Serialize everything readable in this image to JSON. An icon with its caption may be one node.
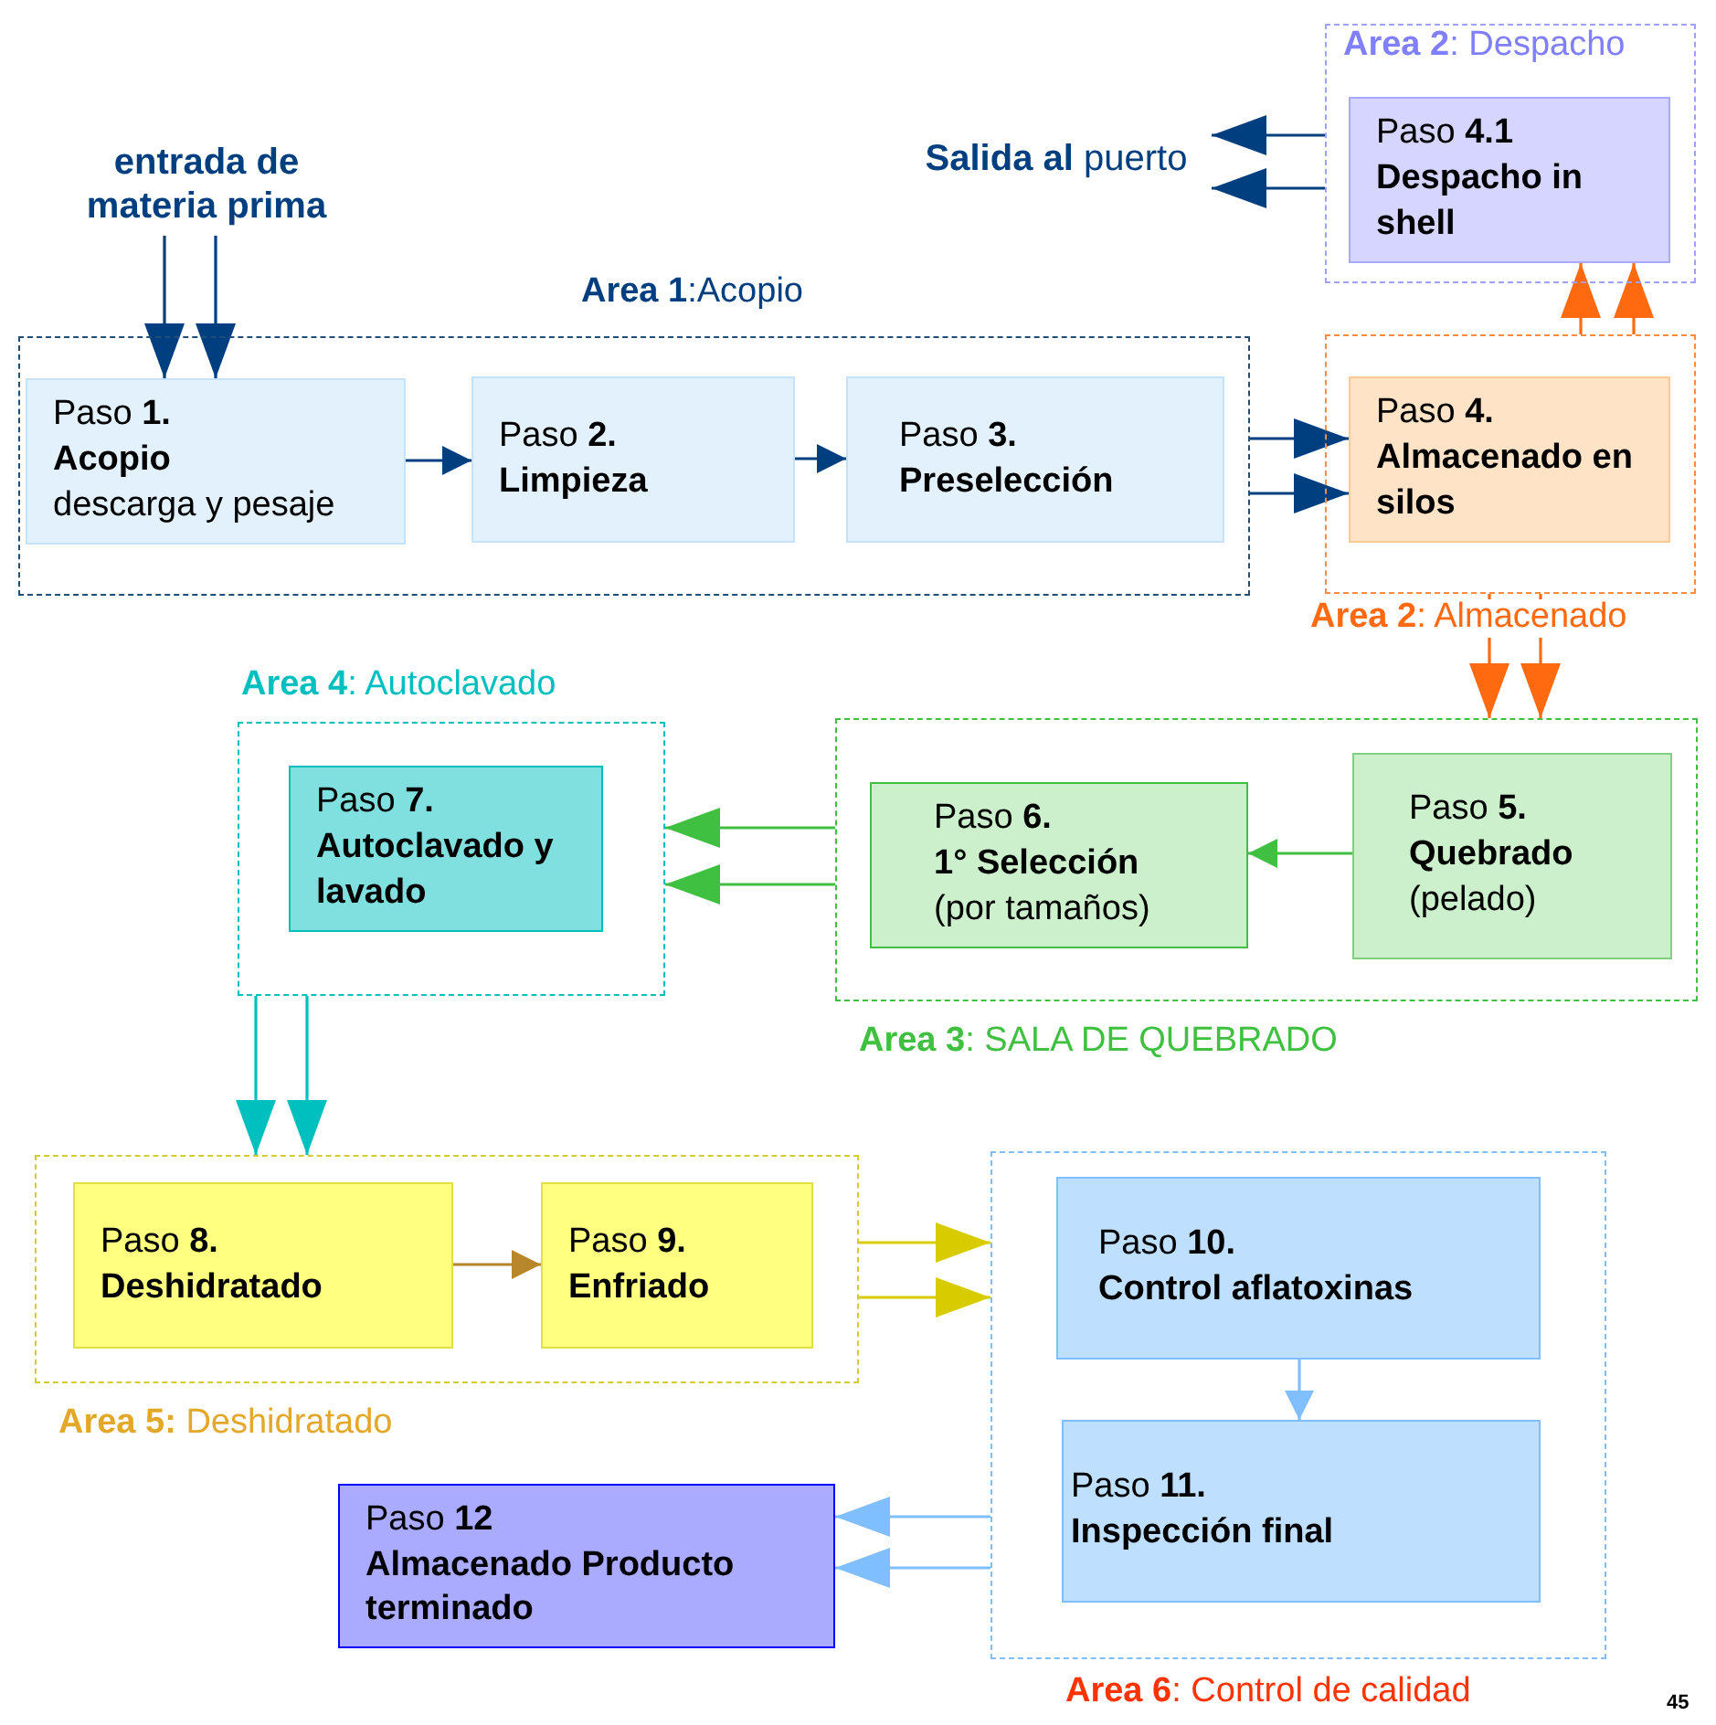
{
  "diagram": {
    "nodes": [
      {
        "text": [
          "**Area 2**: Despacho"
        ]
      },
      {
        "text": [
          "Paso **4.1**",
          "Despacho in shell"
        ],
        "in": 0
      },
      {
        "text": [
          "entrada de materia prima"
        ]
      },
      {
        "text": [
          "**Salida al** puerto"
        ]
      },
      {
        "text": [
          "**Area 1**:Acopio"
        ]
      },
      {
        "text": [
          "Paso **1.**",
          "Acopio",
          "descarga y pesaje"
        ],
        "in": 4
      },
      {
        "text": [
          "Paso **2.**",
          "Limpieza"
        ],
        "in": 4
      },
      {
        "text": [
          "Paso **3.**",
          "Preselección"
        ],
        "in": 4
      },
      {
        "text": [
          "**Area 2**: Almacenado"
        ]
      },
      {
        "text": [
          "Paso **4.**",
          "Almacenado en silos"
        ],
        "in": 8
      },
      {
        "text": [
          "**Area 4**: Autoclavado"
        ]
      },
      {
        "text": [
          "Paso **7.**",
          "Autoclavado y lavado"
        ],
        "in": 10
      },
      {
        "text": [
          "**Area 3**: SALA DE QUEBRADO"
        ]
      },
      {
        "text": [
          "Paso **6.**",
          "1° Selección",
          "(por tamaños)"
        ],
        "in": 12
      },
      {
        "text": [
          "Paso **5.**",
          "Quebrado",
          "(pelado)"
        ],
        "in": 12
      },
      {
        "text": [
          "**Area 5:** Deshidratado"
        ]
      },
      {
        "text": [
          "Paso **8.**",
          "Deshidratado"
        ],
        "in": 15
      },
      {
        "text": [
          "Paso **9.**",
          "Enfriado"
        ],
        "in": 15
      },
      {
        "text": [
          "**Area 6**: Control de calidad"
        ]
      },
      {
        "text": [
          "Paso **10.**",
          "Control aflatoxinas"
        ],
        "in": 18
      },
      {
        "text": [
          "Paso **11.**",
          "Inspección final"
        ],
        "in": 18
      },
      {
        "text": [
          "Paso **12**",
          "Almacenado Producto terminado"
        ]
      }
    ],
    "edges": [
      {
        "from": 2,
        "to": 5,
        "arrow": "to",
        "color": "#003f7f"
      },
      {
        "from": 2,
        "to": 5,
        "arrow": "to",
        "color": "#003f7f"
      },
      {
        "from": 5,
        "to": 6,
        "arrow": "to",
        "color": "#003f7f"
      },
      {
        "from": 6,
        "to": 7,
        "arrow": "to",
        "color": "#003f7f"
      },
      {
        "from": 4,
        "to": 9,
        "arrow": "to",
        "color": "#003f7f"
      },
      {
        "from": 4,
        "to": 9,
        "arrow": "to",
        "color": "#003f7f"
      },
      {
        "from": 8,
        "to": 1,
        "arrow": "to",
        "color": "#ff6a10"
      },
      {
        "from": 8,
        "to": 1,
        "arrow": "to",
        "color": "#ff6a10"
      },
      {
        "from": 0,
        "to": 3,
        "arrow": "to",
        "color": "#003f7f"
      },
      {
        "from": 0,
        "to": 3,
        "arrow": "to",
        "color": "#003f7f"
      },
      {
        "from": 8,
        "to": 12,
        "arrow": "to",
        "color": "#ff6a10"
      },
      {
        "from": 8,
        "to": 12,
        "arrow": "to",
        "color": "#ff6a10"
      },
      {
        "from": 14,
        "to": 13,
        "arrow": "to",
        "color": "#40c040"
      },
      {
        "from": 12,
        "to": 10,
        "arrow": "to",
        "color": "#40c040"
      },
      {
        "from": 12,
        "to": 10,
        "arrow": "to",
        "color": "#40c040"
      },
      {
        "from": 10,
        "to": 15,
        "arrow": "to",
        "color": "#00bfbf"
      },
      {
        "from": 10,
        "to": 15,
        "arrow": "to",
        "color": "#00bfbf"
      },
      {
        "from": 16,
        "to": 17,
        "arrow": "to",
        "color": "#b8862b"
      },
      {
        "from": 15,
        "to": 18,
        "arrow": "to",
        "color": "#d8cc00"
      },
      {
        "from": 15,
        "to": 18,
        "arrow": "to",
        "color": "#d8cc00"
      },
      {
        "from": 19,
        "to": 20,
        "arrow": "to",
        "color": "#80bfff"
      },
      {
        "from": 18,
        "to": 21,
        "arrow": "to",
        "color": "#80bfff"
      },
      {
        "from": 18,
        "to": 21,
        "arrow": "to",
        "color": "#80bfff"
      }
    ],
    "labels": [
      "45"
    ]
  }
}
